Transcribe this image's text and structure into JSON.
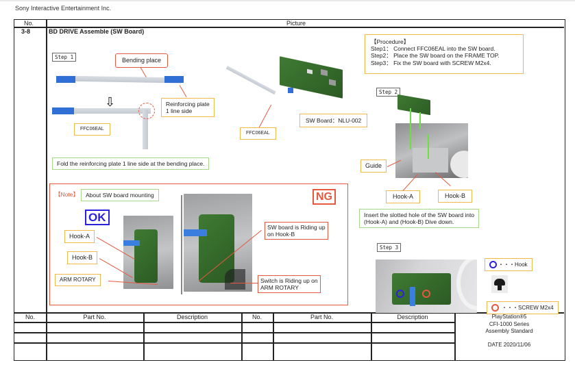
{
  "company": "Sony Interactive Entertainment Inc.",
  "header": {
    "no_label": "No.",
    "picture_label": "Picture"
  },
  "section": {
    "number": "3-8",
    "title": "BD DRIVE Assemble (SW Board)"
  },
  "procedure": {
    "title": "【Procedure】",
    "steps": [
      "Step1： Connect FFC06EAL into the SW board.",
      "Step2： Place the SW board on the FRAME TOP.",
      "Step3： Fix the SW board with SCREW M2x4."
    ]
  },
  "step1": {
    "label": "Step 1",
    "bending_place": "Bending place",
    "reinforcing_plate": [
      "Reinforcing plate",
      "1 line side"
    ],
    "ffc_label": "FFC06EAL",
    "instruction": "Fold the reinforcing plate 1 line side at the bending place."
  },
  "board": {
    "ffc_label": "FFC06EAL",
    "board_label": "SW Board：NLU-002"
  },
  "step2": {
    "label": "Step 2",
    "guide": "Guide",
    "hook_a": "Hook-A",
    "hook_b": "Hook-B",
    "instruction": [
      "Insert the slotted hole of the SW board into",
      "(Hook-A) and (Hook-B) Dive down."
    ]
  },
  "step3": {
    "label": "Step 3",
    "legend_hook": "・・・Hook",
    "legend_screw": "・・・SCREW M2x4",
    "hook_color": "#2a20e0",
    "screw_color": "#e5583d"
  },
  "note": {
    "tag": "【Note】",
    "title": "About SW board mounting",
    "ok": "OK",
    "ng": "NG",
    "ok_labels": {
      "hook_a": "Hook-A",
      "hook_b": "Hook-B",
      "arm_rotary": "ARM ROTARY"
    },
    "ng_labels": {
      "riding_hook_b": [
        "SW board is Riding up",
        "on Hook-B"
      ],
      "riding_arm": [
        "Switch is Riding up on",
        "ARM ROTARY"
      ]
    }
  },
  "parts_table": {
    "headers": [
      "No.",
      "Part No.",
      "Description",
      "No.",
      "Part No.",
      "Description"
    ],
    "rows": [
      [
        "",
        "",
        "",
        "",
        "",
        ""
      ],
      [
        "",
        "",
        "",
        "",
        "",
        ""
      ],
      [
        "",
        "",
        "",
        "",
        "",
        ""
      ]
    ]
  },
  "footer": {
    "product": "PlayStation®5",
    "series": "CFI-1000 Series",
    "standard": "Assembly Standard",
    "date": "DATE 2020/11/06"
  },
  "colors": {
    "accent_red": "#e5583d",
    "accent_orange": "#f2b84a",
    "accent_green": "#a7d98a",
    "ok_blue": "#2a20e0"
  }
}
